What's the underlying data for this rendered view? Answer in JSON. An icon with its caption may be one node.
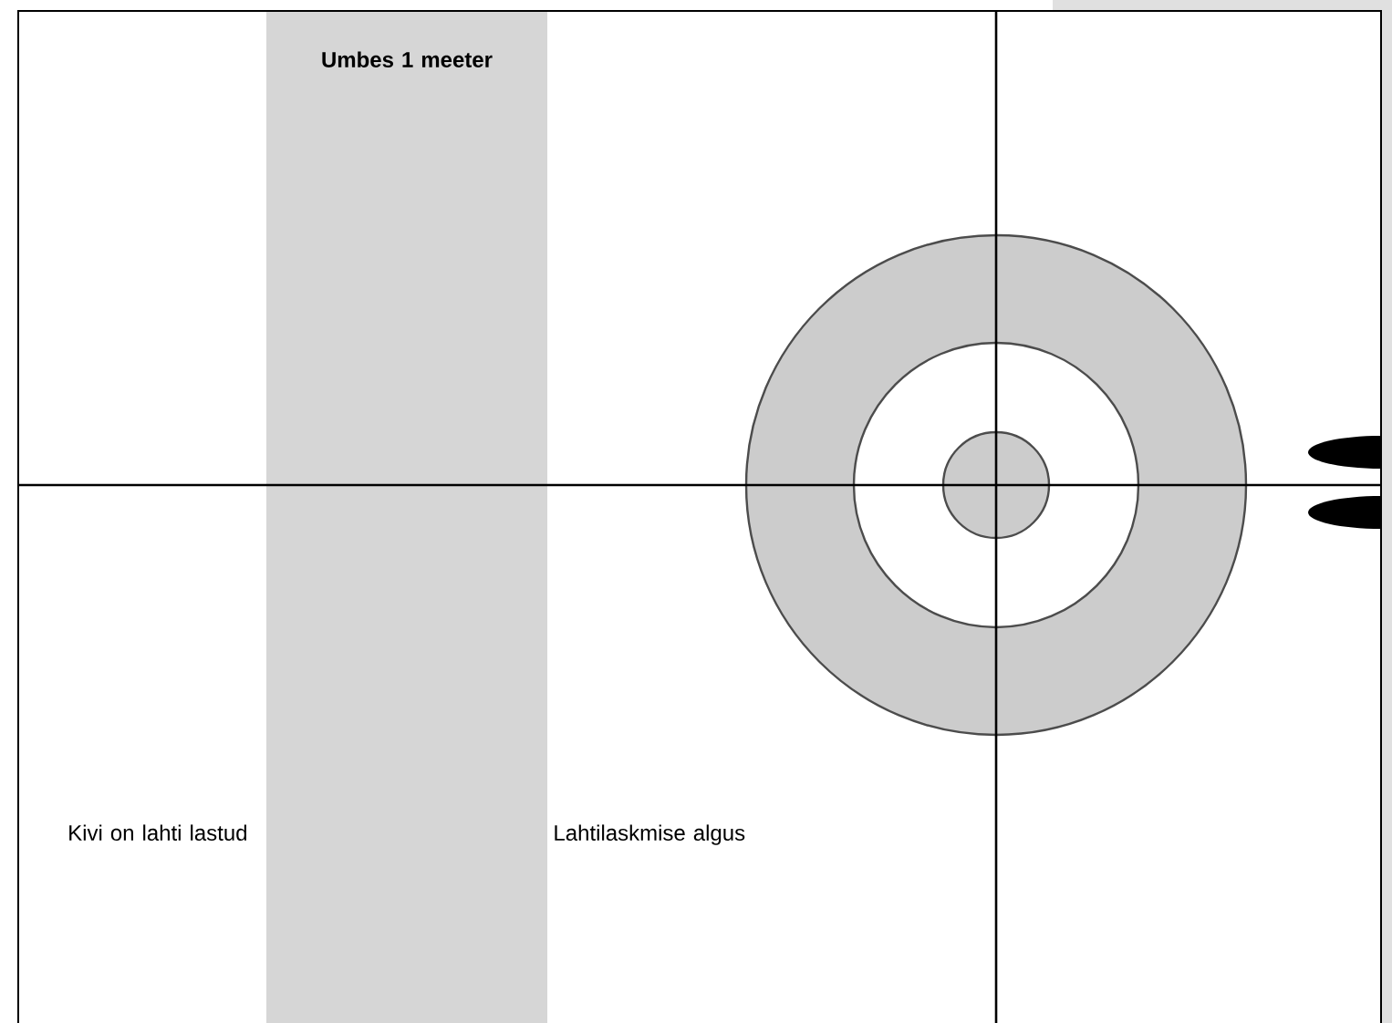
{
  "diagram": {
    "nodes": [
      {
        "text": [
          "Umbes 1 meeter"
        ]
      }
    ],
    "labels": [
      "Kivi on lahti lastud",
      "Lahtilaskmise algus"
    ]
  }
}
